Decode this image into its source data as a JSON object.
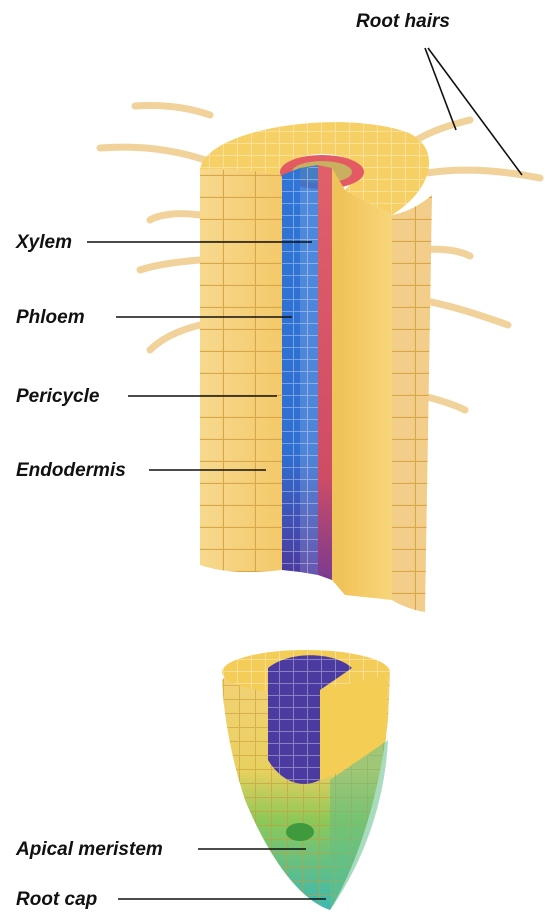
{
  "labels": {
    "root_hairs": "Root hairs",
    "xylem": "Xylem",
    "phloem": "Phloem",
    "pericycle": "Pericycle",
    "endodermis": "Endodermis",
    "apical_meristem": "Apical meristem",
    "root_cap": "Root cap"
  },
  "colors": {
    "cortex_light": "#f8dc8a",
    "cortex_mid": "#f2c75a",
    "cortex_cell_lines": "#d9a64a",
    "epidermis": "#f0cf9a",
    "xylem_blue": "#2f6fd1",
    "phloem_red": "#d6505c",
    "stele_purple": "#4b3aa0",
    "meristem_green": "#5ab54a",
    "root_cap_teal": "#39b7b0",
    "root_hair": "#f1d29a"
  }
}
